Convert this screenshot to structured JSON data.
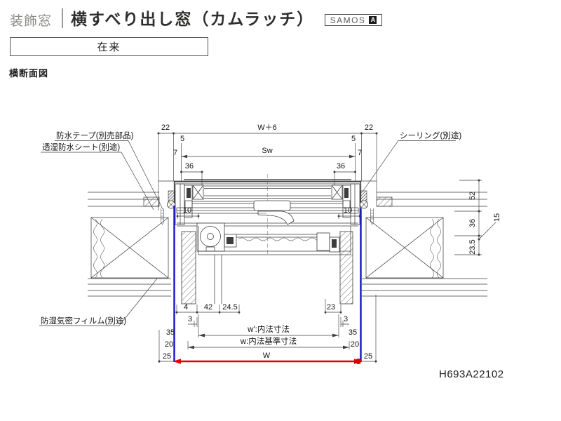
{
  "header": {
    "category": "装飾窓",
    "title": "横すべり出し窓（カムラッチ）",
    "brand": "SAMOS",
    "brand_mark": "A"
  },
  "variant_label": "在来",
  "view_label": "横断面図",
  "drawing_number": "H693A22102",
  "labels": {
    "waterproof_tape": "防水テープ(別売部品)",
    "moisture_sheet": "透湿防水シート(別途)",
    "sealing": "シーリング(別途)",
    "vapor_film": "防湿気密フィルム(別途)"
  },
  "dims": {
    "top_left": "22",
    "top_center": "W＋6",
    "top_right": "22",
    "five_left": "5",
    "five_right": "5",
    "seven_left": "7",
    "seven_right": "7",
    "sash": "Sw",
    "bead_left": "36",
    "bead_right": "36",
    "ten_left": "10",
    "ten_right": "10",
    "d52": "52",
    "d36": "36",
    "d15": "15",
    "d235": "23.5",
    "b4": "4",
    "b42": "42",
    "b245": "24.5",
    "b23": "23",
    "b3l": "3",
    "b3r": "3",
    "b35l": "35",
    "b35r": "35",
    "b20l": "20",
    "b20r": "20",
    "b25l": "25",
    "b25r": "25",
    "w_inner": "w′:内法寸法",
    "w_std": "w:内法基準寸法",
    "w_overall": "W"
  },
  "colors": {
    "film_blue": "#1515c8",
    "measure_red": "#e00000",
    "line_dark": "#3c3c3c"
  }
}
